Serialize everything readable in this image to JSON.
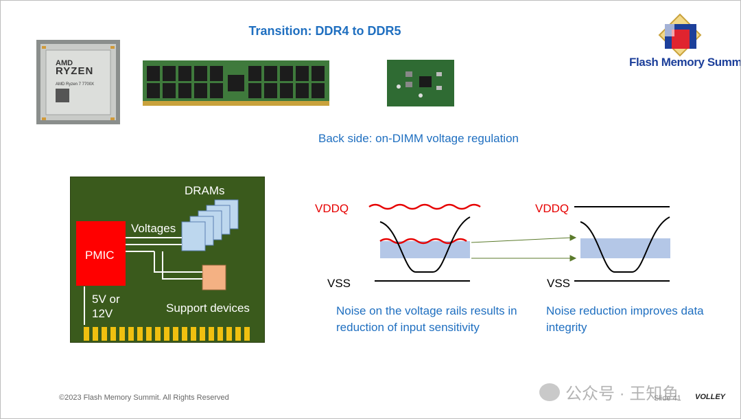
{
  "slide": {
    "title": "Transition: DDR4 to DDR5",
    "caption": "Back side: on-DIMM voltage regulation",
    "footer": "©2023 Flash Memory Summit. All Rights Reserved",
    "slide_number": "Slide 41",
    "logo_text": "Flash Memory Summit",
    "watermark": "公众号 · 王知鱼",
    "brand": "VOLLEY"
  },
  "chip": {
    "brand": "AMD",
    "series": "RYZEN",
    "model": "AMD Ryzen 7 7700X"
  },
  "diagram": {
    "pmic_label": "PMIC",
    "voltages_label": "Voltages",
    "drams_label": "DRAMs",
    "support_label": "Support devices",
    "input_label": "5V or 12V"
  },
  "signal": {
    "vddq": "VDDQ",
    "vss": "VSS",
    "note_left": "Noise on the voltage rails results in reduction of input sensitivity",
    "note_right": "Noise reduction improves data integrity"
  },
  "colors": {
    "accent_blue": "#1f6fc0",
    "noise_red": "#e60000",
    "pcb_green": "#3a5a1c",
    "pmic_red": "#ff0000",
    "band_blue": "#b4c7e7",
    "support_orange": "#f4b183"
  }
}
